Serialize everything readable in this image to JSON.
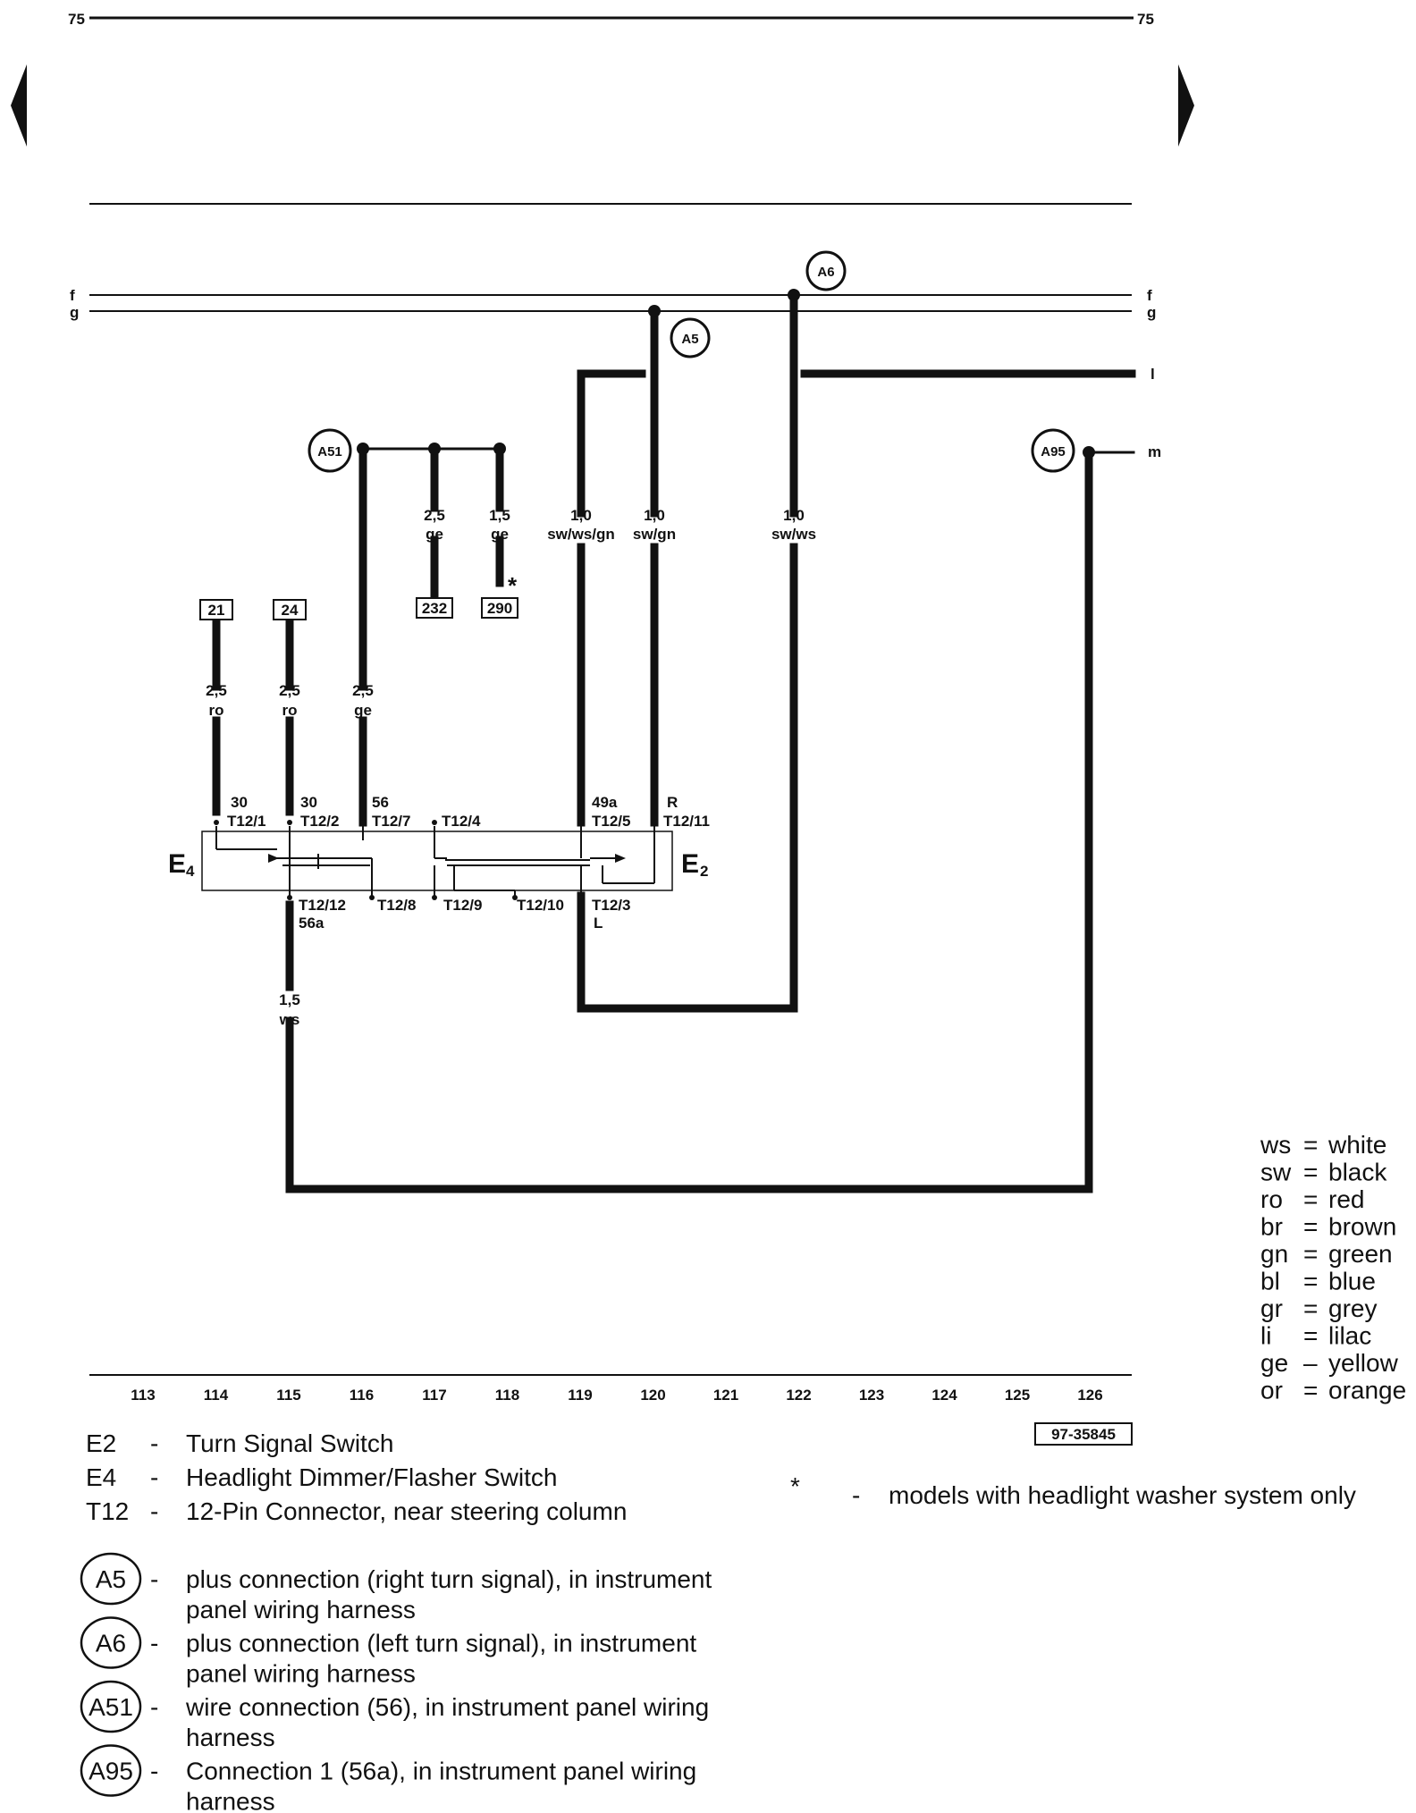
{
  "page": {
    "current_path": "75"
  },
  "nav": {
    "prev_icon": "triangle-left",
    "next_icon": "triangle-right"
  },
  "bus": {
    "f": "f",
    "g": "g",
    "l": "l",
    "m": "m"
  },
  "connections": {
    "A6": "A6",
    "A5": "A5",
    "A51": "A51",
    "A95": "A95"
  },
  "wires": {
    "w232": {
      "size": "2,5",
      "color": "ge"
    },
    "w290": {
      "size": "1,5",
      "color": "ge"
    },
    "w_swwsgn": {
      "size": "1,0",
      "color": "sw/ws/gn"
    },
    "w_swgn": {
      "size": "1,0",
      "color": "sw/gn"
    },
    "w_swws": {
      "size": "1,0",
      "color": "sw/ws"
    },
    "w21": {
      "size": "2,5",
      "color": "ro"
    },
    "w24": {
      "size": "2,5",
      "color": "ro"
    },
    "w56": {
      "size": "2,5",
      "color": "ge"
    },
    "w56a": {
      "size": "1,5",
      "color": "ws"
    }
  },
  "refs": {
    "r21": "21",
    "r24": "24",
    "r232": "232",
    "r290": "290"
  },
  "asterisk": "*",
  "pins": {
    "t1_term": "30",
    "t1": "T12/1",
    "t2_term": "30",
    "t2": "T12/2",
    "t7_term": "56",
    "t7": "T12/7",
    "t4": "T12/4",
    "t5_term": "49a",
    "t5": "T12/5",
    "t11_term": "R",
    "t11": "T12/11",
    "t12": "T12/12",
    "t12_term": "56a",
    "t8": "T12/8",
    "t9": "T12/9",
    "t10": "T12/10",
    "t3": "T12/3",
    "t3_term": "L"
  },
  "components": {
    "e4": "E",
    "e4_sub": "4",
    "e2": "E",
    "e2_sub": "2"
  },
  "grid_numbers": [
    "113",
    "114",
    "115",
    "116",
    "117",
    "118",
    "119",
    "120",
    "121",
    "122",
    "123",
    "124",
    "125",
    "126"
  ],
  "figure_id": "97-35845",
  "color_legend": [
    {
      "code": "ws",
      "eq": "=",
      "name": "white"
    },
    {
      "code": "sw",
      "eq": "=",
      "name": "black"
    },
    {
      "code": "ro",
      "eq": "=",
      "name": "red"
    },
    {
      "code": "br",
      "eq": "=",
      "name": "brown"
    },
    {
      "code": "gn",
      "eq": "=",
      "name": "green"
    },
    {
      "code": "bl",
      "eq": "=",
      "name": "blue"
    },
    {
      "code": "gr",
      "eq": "=",
      "name": "grey"
    },
    {
      "code": "li",
      "eq": "=",
      "name": "lilac"
    },
    {
      "code": "ge",
      "eq": "–",
      "name": "yellow"
    },
    {
      "code": "or",
      "eq": "=",
      "name": "orange"
    }
  ],
  "component_legend": [
    {
      "code": "E2",
      "dash": "-",
      "desc": "Turn Signal Switch"
    },
    {
      "code": "E4",
      "dash": "-",
      "desc": "Headlight Dimmer/Flasher Switch"
    },
    {
      "code": "T12",
      "dash": "-",
      "desc": "12-Pin Connector, near steering column"
    }
  ],
  "connection_legend": [
    {
      "code": "A5",
      "dash": "-",
      "line1": "plus connection (right turn signal), in instrument",
      "line2": "panel wiring harness"
    },
    {
      "code": "A6",
      "dash": "-",
      "line1": "plus connection (left turn signal), in instrument",
      "line2": "panel wiring harness"
    },
    {
      "code": "A51",
      "dash": "-",
      "line1": "wire connection (56), in instrument panel wiring",
      "line2": "harness"
    },
    {
      "code": "A95",
      "dash": "-",
      "line1": "Connection 1 (56a), in instrument panel wiring",
      "line2": "harness"
    }
  ],
  "footnote": {
    "symbol": "*",
    "dash": "-",
    "text": "models with headlight washer system only"
  }
}
